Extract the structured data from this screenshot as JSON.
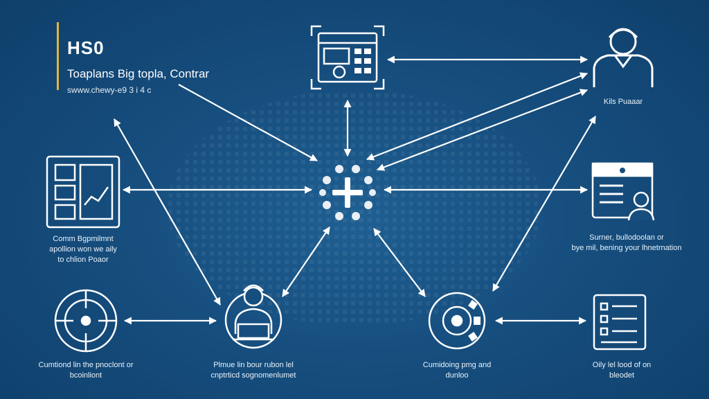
{
  "header": {
    "logo": "HS0",
    "subtitle": "Toaplans Big topla, Contrar",
    "tagline": "swww.chewy-e9 3 i 4 c"
  },
  "nodes": {
    "top_dashboard": {
      "icon": "dashboard-icon",
      "label": ""
    },
    "top_right_person": {
      "icon": "worker-avatar-icon",
      "label": "Kils Puaaar"
    },
    "left_dashboard": {
      "icon": "chart-dashboard-icon",
      "label_lines": [
        "Comm Bgpmilmnt",
        "apollion won we aily",
        "to chlion Poaor"
      ]
    },
    "right_profile": {
      "icon": "profile-card-icon",
      "label_lines": [
        "Surner, bullodoolan or",
        "bye mil, bening your lhnetrnation"
      ]
    },
    "bottom_left_target": {
      "icon": "target-icon",
      "label_lines": [
        "Cumtiond lin the pnoclont or",
        "bcoinliont"
      ]
    },
    "bottom_mid_worker": {
      "icon": "worker-laptop-icon",
      "label_lines": [
        "Plmue lin bour rubon lel",
        "cnptrticd sognomenlumet"
      ]
    },
    "bottom_right_gear": {
      "icon": "gear-icon",
      "label_lines": [
        "Cumidoing pmg and",
        "dunloo"
      ]
    },
    "bottom_right_checklist": {
      "icon": "checklist-icon",
      "label_lines": [
        "Oily lel lood of on",
        "bleodet"
      ]
    },
    "center_hub": {
      "icon": "hub-icon",
      "label": ""
    }
  },
  "colors": {
    "background": "#164e7e",
    "line": "#ffffff",
    "accent": "#e2b53e"
  }
}
